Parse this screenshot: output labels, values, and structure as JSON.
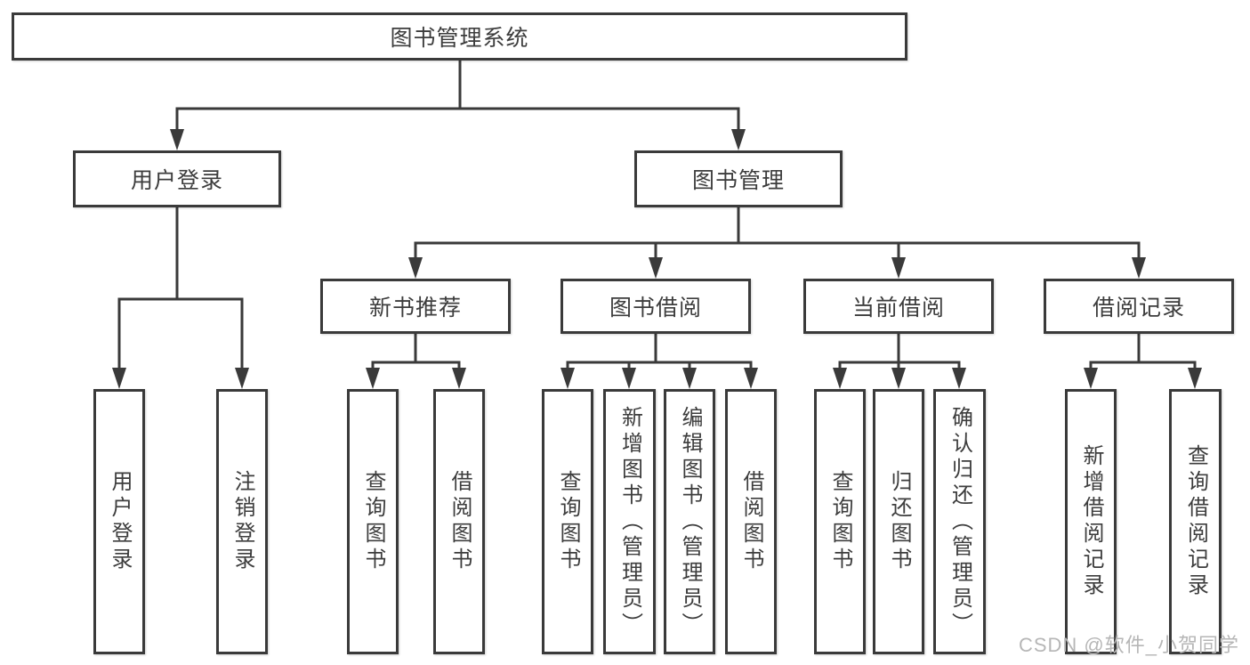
{
  "diagram": {
    "root": {
      "label": "图书管理系统",
      "children": [
        {
          "label": "用户登录",
          "children": [
            {
              "label": "用户登录"
            },
            {
              "label": "注销登录"
            }
          ]
        },
        {
          "label": "图书管理",
          "children": [
            {
              "label": "新书推荐",
              "children": [
                {
                  "label": "查询图书"
                },
                {
                  "label": "借阅图书"
                }
              ]
            },
            {
              "label": "图书借阅",
              "children": [
                {
                  "label": "查询图书"
                },
                {
                  "label": "新增图书（管理员）"
                },
                {
                  "label": "编辑图书（管理员）"
                },
                {
                  "label": "借阅图书"
                }
              ]
            },
            {
              "label": "当前借阅",
              "children": [
                {
                  "label": "查询图书"
                },
                {
                  "label": "归还图书"
                },
                {
                  "label": "确认归还（管理员）"
                }
              ]
            },
            {
              "label": "借阅记录",
              "children": [
                {
                  "label": "新增借阅记录"
                },
                {
                  "label": "查询借阅记录"
                }
              ]
            }
          ]
        }
      ]
    }
  },
  "watermark": {
    "text": "CSDN @软件_小贺同学"
  },
  "colors": {
    "line": "#3a3a3a",
    "text": "#3d3d3d",
    "watermark": "#b6b6b6",
    "background": "#ffffff"
  }
}
